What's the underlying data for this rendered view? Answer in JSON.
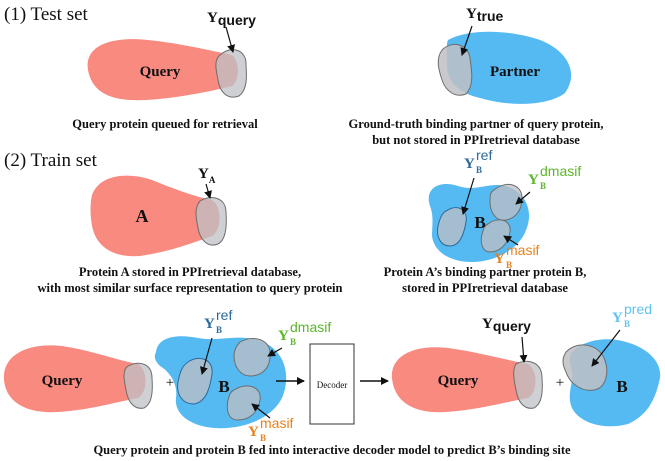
{
  "section1": "(1) Test set",
  "section2": "(2) Train set",
  "labels": {
    "query": "Query",
    "partner": "Partner",
    "a": "A",
    "b": "B",
    "plus": "+",
    "decoder": "Decoder"
  },
  "y": {
    "symbol": "Y",
    "query_sup": "query",
    "true_sup": "true",
    "a_sub": "A",
    "b_sub": "B",
    "ref_sup": "ref",
    "dmasif_sup": "dmasif",
    "masif_sup": "masif",
    "pred_sup": "pred"
  },
  "captions": {
    "query": "Query protein queued for retrieval",
    "partner_line1": "Ground-truth binding partner of query protein,",
    "partner_line2": "but not stored in PPIretrieval database",
    "a_line1": "Protein A stored in PPIretrieval database,",
    "a_line2": "with most similar surface representation to query protein",
    "b_line1": "Protein A’s binding partner protein B,",
    "b_line2": "stored in PPIretrieval database",
    "bottom": "Query protein and protein B fed into interactive decoder model to predict B’s binding site"
  },
  "colors": {
    "query_red": "#f88a80",
    "partner_blue": "#55b9f2",
    "site_gray": "#c8c8cc",
    "ref_blue": "#2b6a9b",
    "dmasif_green": "#5db52a",
    "masif_orange": "#e5821d",
    "pred_lightblue": "#5fc3ef"
  }
}
